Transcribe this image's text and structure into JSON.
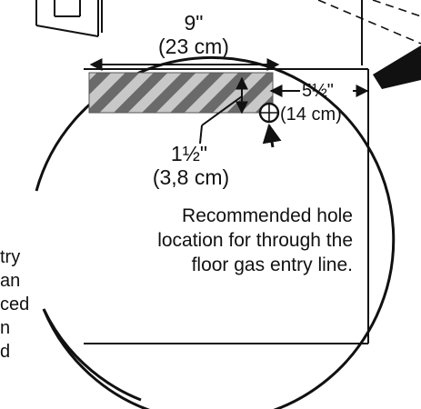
{
  "diagram": {
    "width_label_in": "9\"",
    "width_label_cm": "(23 cm)",
    "right_offset_in": "5½\"",
    "right_offset_cm": "(14 cm)",
    "depth_label_in": "1½\"",
    "depth_label_cm": "(3,8 cm)",
    "note_lines": [
      "Recommended hole",
      "location for through the",
      "floor gas entry line."
    ],
    "cropped_side_text": [
      "try",
      "an",
      "ced",
      "n",
      "d"
    ],
    "colors": {
      "ink": "#111111",
      "hatch_dark": "#6a6a6a",
      "hatch_light": "#c8c8c8",
      "background": "#ffffff"
    }
  }
}
